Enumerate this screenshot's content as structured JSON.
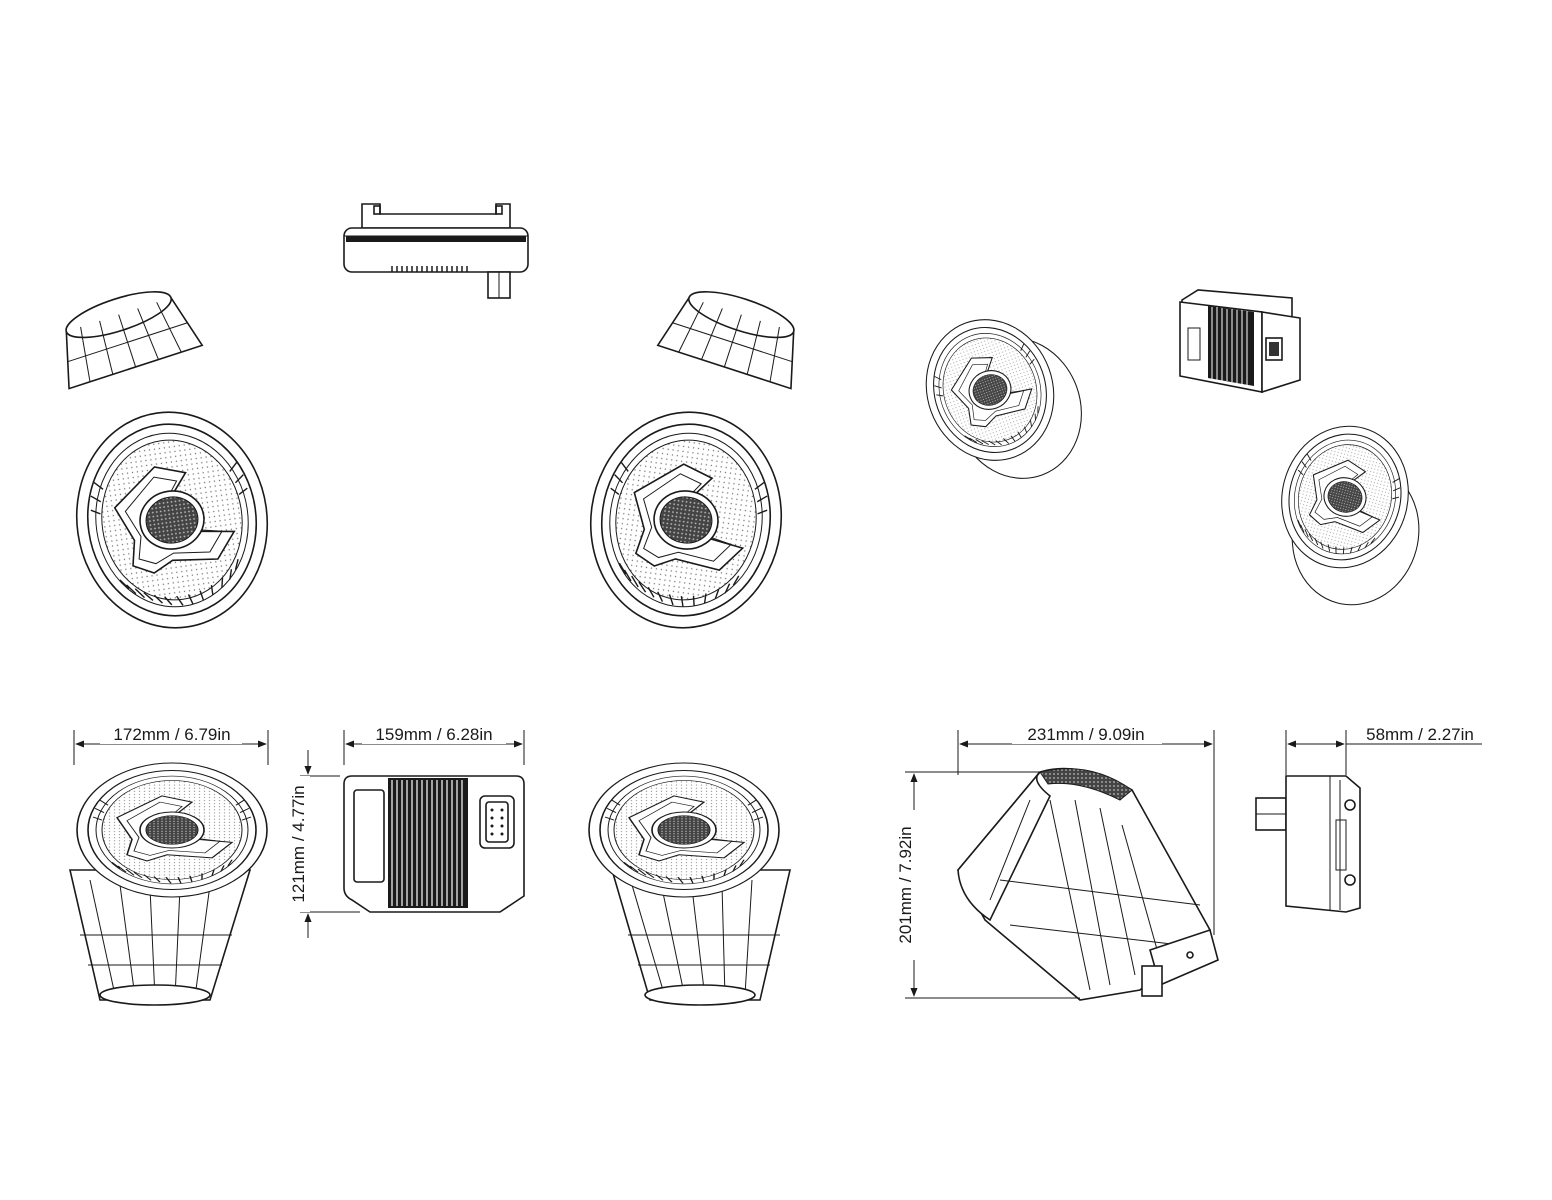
{
  "dimensions": {
    "speaker_width": "172mm / 6.79in",
    "amp_width": "159mm / 6.28in",
    "amp_height": "121mm / 4.77in",
    "speaker_side_width": "231mm / 9.09in",
    "speaker_side_height": "201mm / 7.92in",
    "amp_depth": "58mm / 2.27in"
  },
  "views": [
    {
      "id": "amp-top-view",
      "icon": "amplifier-top-icon"
    },
    {
      "id": "speaker-front-left",
      "icon": "speaker-icon"
    },
    {
      "id": "speaker-front-right",
      "icon": "speaker-icon"
    },
    {
      "id": "speaker-pair-iso",
      "icon": "speaker-icon"
    },
    {
      "id": "amp-iso",
      "icon": "amplifier-icon"
    },
    {
      "id": "speaker-bottom-left",
      "icon": "speaker-icon"
    },
    {
      "id": "amp-front",
      "icon": "amplifier-icon"
    },
    {
      "id": "speaker-bottom-right",
      "icon": "speaker-icon"
    },
    {
      "id": "speaker-side",
      "icon": "speaker-side-icon"
    },
    {
      "id": "amp-side",
      "icon": "amplifier-side-icon"
    }
  ],
  "colors": {
    "line": "#1a1a1a",
    "background": "#ffffff"
  }
}
